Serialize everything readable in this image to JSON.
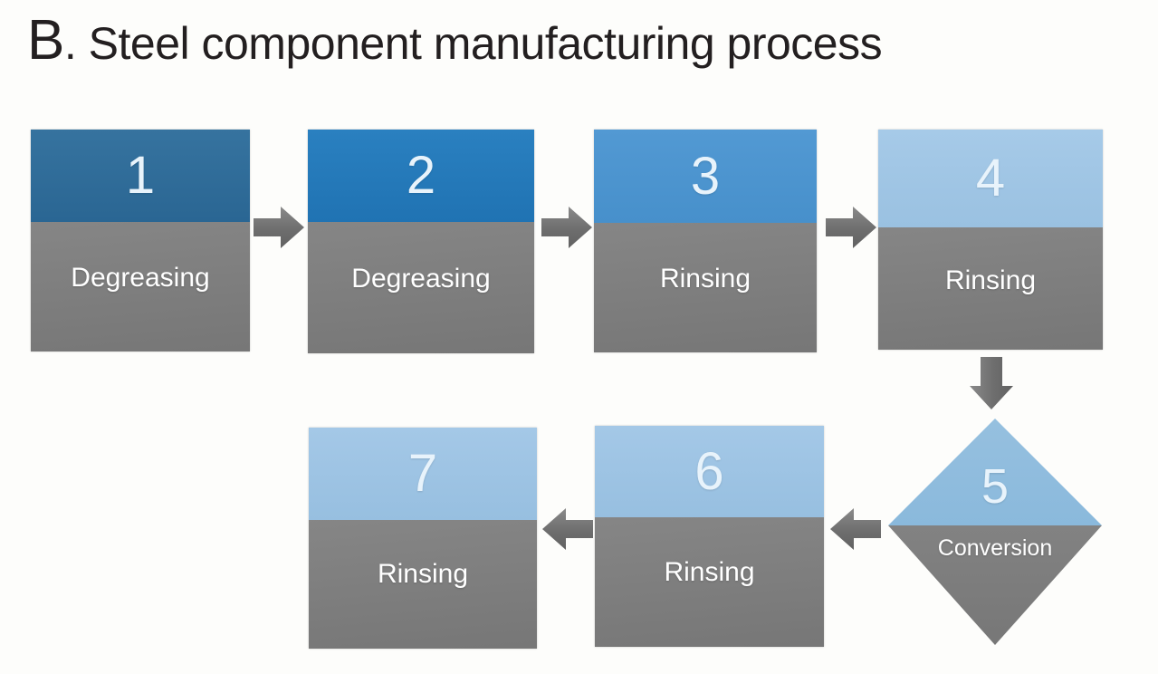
{
  "title": {
    "letter": "B",
    "rest": ". Steel component manufacturing process"
  },
  "colors": {
    "background": "#fdfdfb",
    "gray_fill": "#7e7e7e",
    "arrow_gray": "#6f6f6f",
    "number_text": "#e8f3fb",
    "label_text": "#ffffff",
    "title_text": "#231f20",
    "step1_blue": "#2e6c99",
    "step2_blue": "#2378b8",
    "step3_blue": "#4b92ce",
    "step4_blue": "#9fc5e4",
    "step5_blue": "#8fbcdd",
    "step6_blue": "#9cc3e3",
    "step7_blue": "#9cc3e3"
  },
  "steps": [
    {
      "number": "1",
      "label": "Degreasing",
      "shape": "rectangle",
      "color": "#2e6c99"
    },
    {
      "number": "2",
      "label": "Degreasing",
      "shape": "rectangle",
      "color": "#2378b8"
    },
    {
      "number": "3",
      "label": "Rinsing",
      "shape": "rectangle",
      "color": "#4b92ce"
    },
    {
      "number": "4",
      "label": "Rinsing",
      "shape": "rectangle",
      "color": "#9fc5e4"
    },
    {
      "number": "5",
      "label": "Conversion",
      "shape": "diamond",
      "color": "#8fbcdd"
    },
    {
      "number": "6",
      "label": "Rinsing",
      "shape": "rectangle",
      "color": "#9cc3e3"
    },
    {
      "number": "7",
      "label": "Rinsing",
      "shape": "rectangle",
      "color": "#9cc3e3"
    }
  ],
  "arrows": [
    {
      "name": "arrow-step1-to-step2",
      "direction": "right"
    },
    {
      "name": "arrow-step2-to-step3",
      "direction": "right"
    },
    {
      "name": "arrow-step3-to-step4",
      "direction": "right"
    },
    {
      "name": "arrow-step4-to-step5",
      "direction": "down"
    },
    {
      "name": "arrow-step5-to-step6",
      "direction": "left"
    },
    {
      "name": "arrow-step6-to-step7",
      "direction": "left"
    }
  ]
}
